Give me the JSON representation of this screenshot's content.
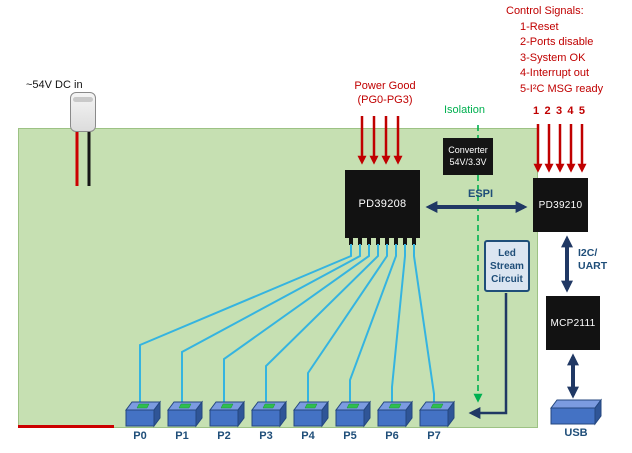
{
  "colors": {
    "board": "#c6e0b2",
    "signal_red": "#c00000",
    "isolation_green": "#00b050",
    "bus_navy": "#203864",
    "wire_cyan": "#35b4e0",
    "port_blue": "#4472c4",
    "port_green": "#2fbf4f"
  },
  "annotations": {
    "control_signals": {
      "title": "Control Signals:",
      "items": [
        "1-Reset",
        "2-Ports disable",
        "3-System OK",
        "4-Interrupt out",
        "5-I²C MSG ready"
      ]
    },
    "dc_in": "~54V DC in",
    "power_good_line1": "Power Good",
    "power_good_line2": "(PG0-PG3)",
    "isolation": "Isolation",
    "espi": "ESPI",
    "i2c_uart_line1": "I2C/",
    "i2c_uart_line2": "UART",
    "signal_numbers": [
      "1",
      "2",
      "3",
      "4",
      "5"
    ]
  },
  "blocks": {
    "converter_line1": "Converter",
    "converter_line2": "54V/3.3V",
    "pd39208": "PD39208",
    "pd39210": "PD39210",
    "led_stream": [
      "Led",
      "Stream",
      "Circuit"
    ],
    "mcp2111": "MCP2111",
    "usb": "USB"
  },
  "ports": [
    "P0",
    "P1",
    "P2",
    "P3",
    "P4",
    "P5",
    "P6",
    "P7"
  ]
}
